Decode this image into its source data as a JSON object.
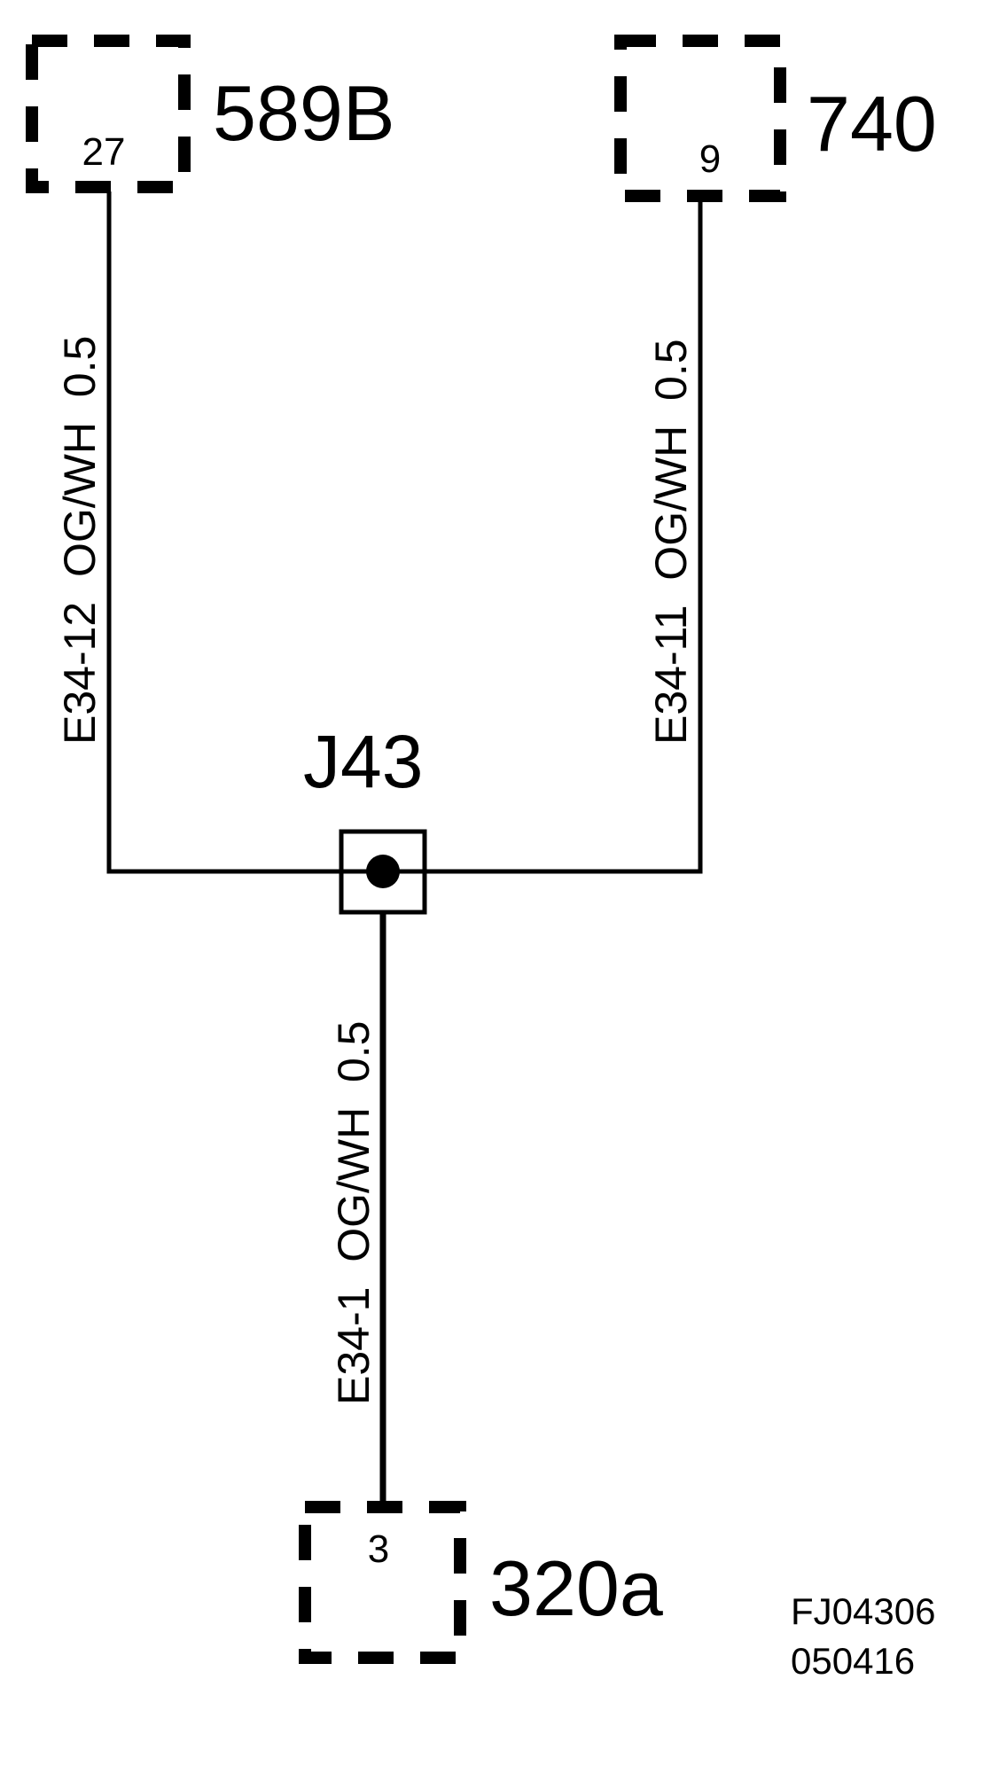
{
  "connectors": {
    "c589b": {
      "label": "589B",
      "pin": "27"
    },
    "c740": {
      "label": "740",
      "pin": "9"
    },
    "c320a": {
      "label": "320a",
      "pin": "3"
    }
  },
  "junction": {
    "label": "J43"
  },
  "wires": {
    "left": {
      "label": "E34-12  OG/WH  0.5",
      "color": "OG/WH",
      "gauge": "0.5",
      "circuit": "E34-12"
    },
    "right": {
      "label": "E34-11  OG/WH  0.5",
      "color": "OG/WH",
      "gauge": "0.5",
      "circuit": "E34-11"
    },
    "bottom": {
      "label": "E34-1  OG/WH  0.5",
      "color": "OG/WH",
      "gauge": "0.5",
      "circuit": "E34-1"
    }
  },
  "drawing": {
    "id_line1": "FJ04306",
    "id_line2": "050416"
  }
}
